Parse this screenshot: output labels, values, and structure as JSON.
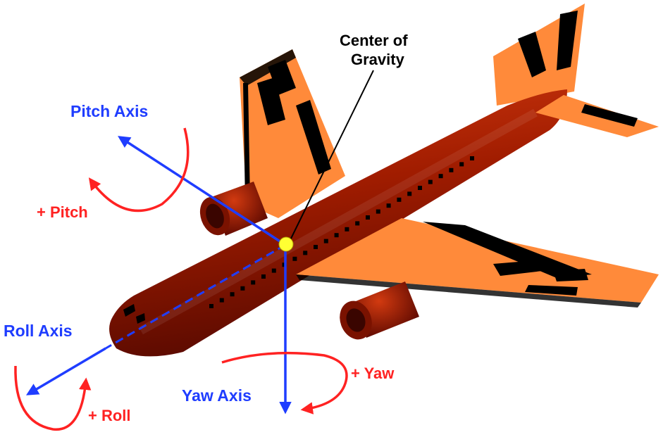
{
  "labels": {
    "center_of_gravity_line1": "Center of",
    "center_of_gravity_line2": "Gravity",
    "pitch_axis": "Pitch Axis",
    "plus_pitch": "+ Pitch",
    "roll_axis": "Roll Axis",
    "plus_roll": "+ Roll",
    "yaw_axis": "Yaw Axis",
    "plus_yaw": "+ Yaw"
  },
  "colors": {
    "axis": "#1f3dff",
    "rotation": "#ff2222",
    "fuselage": "#a02000",
    "wing": "#ff8a3a",
    "cg_marker": "#ffff33"
  }
}
